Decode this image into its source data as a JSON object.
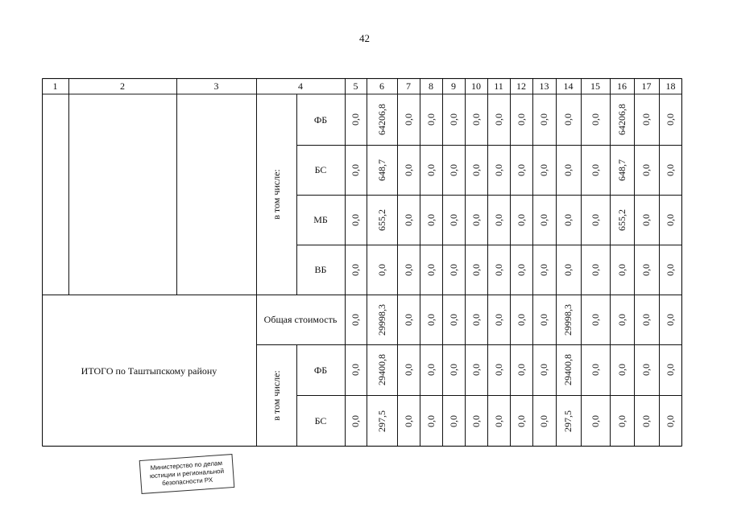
{
  "page_number": "42",
  "table": {
    "header": [
      "1",
      "2",
      "3",
      "4",
      "5",
      "6",
      "7",
      "8",
      "9",
      "10",
      "11",
      "12",
      "13",
      "14",
      "15",
      "16",
      "17",
      "18"
    ],
    "group_label_upper": "в том числе:",
    "group_label_lower": "в том числе:",
    "total_label": "ИТОГО по Таштыпскому району",
    "rows": [
      {
        "label": "ФБ",
        "values": [
          "0,0",
          "64206,8",
          "0,0",
          "0,0",
          "0,0",
          "0,0",
          "0,0",
          "0,0",
          "0,0",
          "0,0",
          "0,0",
          "64206,8",
          "0,0",
          "0,0"
        ]
      },
      {
        "label": "БС",
        "values": [
          "0,0",
          "648,7",
          "0,0",
          "0,0",
          "0,0",
          "0,0",
          "0,0",
          "0,0",
          "0,0",
          "0,0",
          "0,0",
          "648,7",
          "0,0",
          "0,0"
        ]
      },
      {
        "label": "МБ",
        "values": [
          "0,0",
          "655,2",
          "0,0",
          "0,0",
          "0,0",
          "0,0",
          "0,0",
          "0,0",
          "0,0",
          "0,0",
          "0,0",
          "655,2",
          "0,0",
          "0,0"
        ]
      },
      {
        "label": "ВБ",
        "values": [
          "0,0",
          "0,0",
          "0,0",
          "0,0",
          "0,0",
          "0,0",
          "0,0",
          "0,0",
          "0,0",
          "0,0",
          "0,0",
          "0,0",
          "0,0",
          "0,0"
        ]
      },
      {
        "label": "Общая стоимость",
        "values": [
          "0,0",
          "29998,3",
          "0,0",
          "0,0",
          "0,0",
          "0,0",
          "0,0",
          "0,0",
          "0,0",
          "29998,3",
          "0,0",
          "0,0",
          "0,0",
          "0,0"
        ]
      },
      {
        "label": "ФБ",
        "values": [
          "0,0",
          "29400,8",
          "0,0",
          "0,0",
          "0,0",
          "0,0",
          "0,0",
          "0,0",
          "0,0",
          "29400,8",
          "0,0",
          "0,0",
          "0,0",
          "0,0"
        ]
      },
      {
        "label": "БС",
        "values": [
          "0,0",
          "297,5",
          "0,0",
          "0,0",
          "0,0",
          "0,0",
          "0,0",
          "0,0",
          "0,0",
          "297,5",
          "0,0",
          "0,0",
          "0,0",
          "0,0"
        ]
      }
    ]
  },
  "stamp": {
    "lines": [
      "Министерство по делам",
      "юстиции и региональной",
      "безопасности РХ"
    ]
  }
}
